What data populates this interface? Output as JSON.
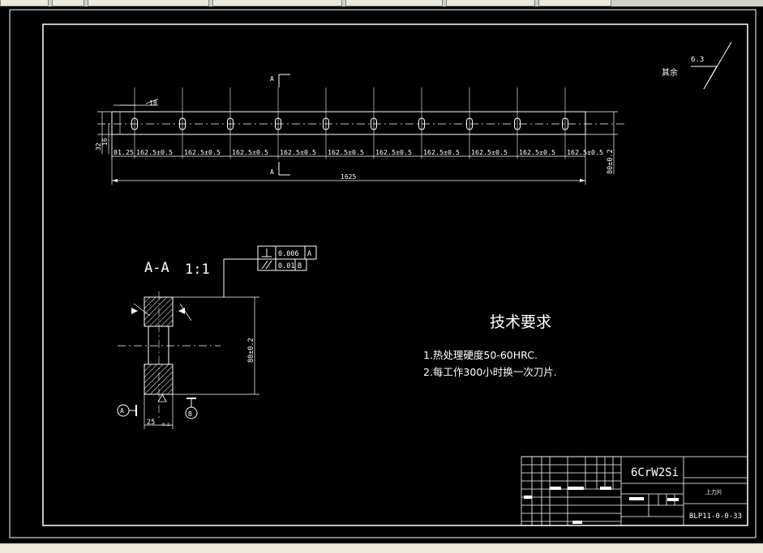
{
  "section": {
    "view_label": "A",
    "section_title": "A-A",
    "scale": "1:1"
  },
  "dims": {
    "spacing_labels": [
      "81.25",
      "162.5±0.5",
      "162.5±0.5",
      "162.5±0.5",
      "162.5±0.5",
      "162.5±0.5",
      "162.5±0.5",
      "162.5±0.5",
      "162.5±0.5",
      "162.5±0.5",
      "162.5±0.5"
    ],
    "total_length": "1625",
    "height": "80±0.2",
    "dim_32": "32",
    "dim_16": "16",
    "dim_18": "18",
    "width_25": "25",
    "width_tol": "-0.2"
  },
  "gdt": {
    "perp_value": "0.006",
    "perp_datum": "A",
    "par_value": "0.01",
    "par_datum": "B",
    "datum_a": "A",
    "datum_b": "B"
  },
  "surface": {
    "roughness": "6.3",
    "other_label": "其余"
  },
  "tech": {
    "title": "技术要求",
    "items": [
      "1.热处理硬度50-60HRC.",
      "2.每工作300小时换一次刀片."
    ]
  },
  "titleblock": {
    "material": "6CrW2Si",
    "part_name": "上刀片",
    "drawing_no": "BLP11-0-0-33"
  }
}
